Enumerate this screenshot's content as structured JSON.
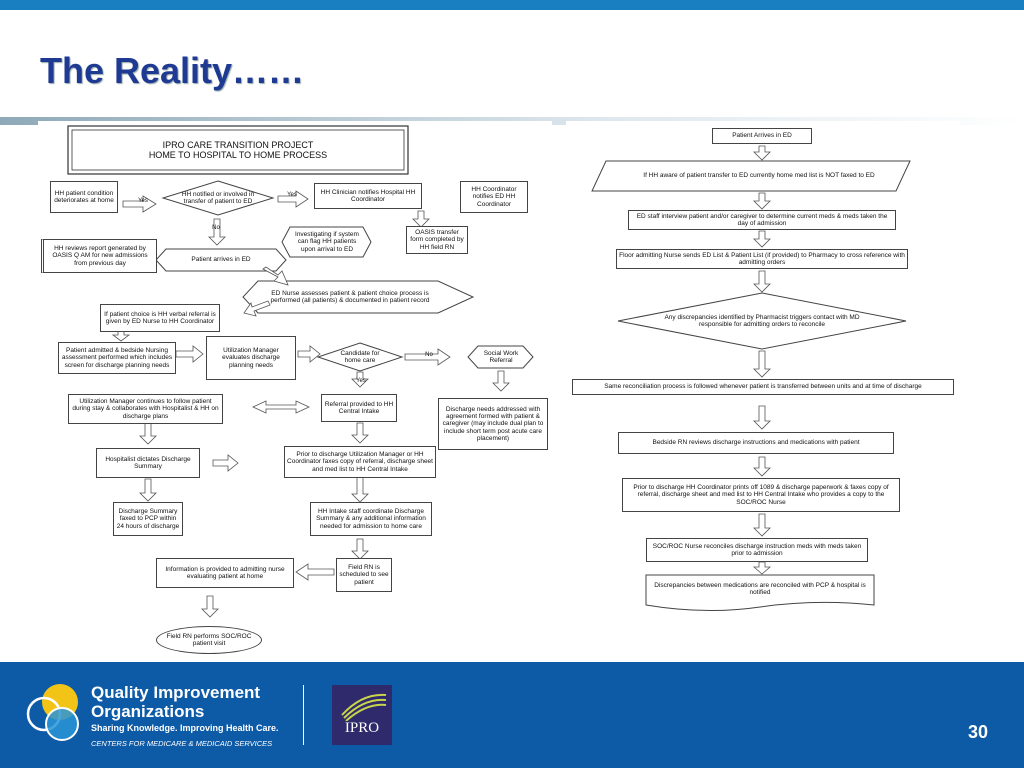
{
  "slide": {
    "title": "The Reality……",
    "page_number": "30"
  },
  "left_flow": {
    "header_line1": "IPRO CARE TRANSITION PROJECT",
    "header_line2": "HOME TO HOSPITAL TO HOME PROCESS",
    "n_deteriorates": "HH patient condition deteriorates at home",
    "yes1": "Yes",
    "n_notified": "HH notified or involved in transfer of patient to ED",
    "yes2": "Yes",
    "n_clinician": "HH Clinician notifies Hospital HH Coordinator",
    "n_coordinator": "HH Coordinator notifies ED HH Coordinator",
    "n_oasis": "OASIS transfer form completed by HH field RN",
    "n_investigating": "Investigating if system can flag HH patients upon arrival to ED",
    "n_reviews": "HH reviews report generated by OASIS Q AM for new admissions from previous day",
    "no1": "No",
    "n_arrives": "Patient arrives in ED",
    "n_ed_nurse": "ED Nurse assesses patient & patient choice process is performed (all patients) & documented in patient record",
    "n_verbal": "If patient choice is HH verbal referral is given by ED Nurse to HH Coordinator",
    "n_admitted": "Patient admitted & bedside Nursing assessment performed which includes screen for discharge planning needs",
    "n_um_eval": "Utilization Manager evaluates discharge planning needs",
    "n_candidate": "Candidate for home care",
    "no2": "No",
    "n_social": "Social Work Referral",
    "yes3": "Yes",
    "n_um_follow": "Utilization Manager continues to follow patient during stay & collaborates with Hospitalist & HH on discharge plans",
    "n_referral": "Referral provided to HH Central Intake",
    "n_discharge_needs": "Discharge needs addressed with agreement formed with patient & caregiver (may include dual plan to include short term post acute care placement)",
    "n_hospitalist": "Hospitalist dictates Discharge Summary",
    "n_prior": "Prior to discharge Utilization Manager or HH Coordinator faxes copy of referral, discharge sheet and med list to HH Central Intake",
    "n_summary": "Discharge Summary faxed to PCP within 24 hours of discharge",
    "n_intake": "HH Intake staff coordinate Discharge Summary & any additional information needed for admission to home care",
    "n_info": "Information is provided to admitting nurse evaluating patient at home",
    "n_field_sched": "Field RN is scheduled to see patient",
    "n_soc": "Field RN performs SOC/ROC patient visit"
  },
  "right_flow": {
    "r1": "Patient Arrives in ED",
    "r2": "If HH aware of patient transfer to ED currently home med list is NOT faxed to ED",
    "r3": "ED staff interview patient and/or caregiver to determine current meds & meds taken the day of admission",
    "r4": "Floor admitting Nurse sends ED List & Patient List (if provided) to Pharmacy to cross reference with admitting orders",
    "r5": "Any discrepancies identified by Pharmacist triggers contact with MD responsible for admitting orders to reconcile",
    "r6": "Same reconciliation process is followed whenever patient is transferred between units and at time of discharge",
    "r7": "Bedside RN reviews discharge instructions and medications with patient",
    "r8": "Prior to discharge HH Coordinator prints off 1089 & discharge paperwork & faxes copy of referral, discharge sheet and med list to HH Central Intake who provides a copy to the SOC/ROC Nurse",
    "r9": "SOC/ROC Nurse reconciles discharge instruction meds with meds taken prior to admission",
    "r10": "Discrepancies between medications are reconciled with PCP & hospital is notified"
  },
  "footer": {
    "org_line1": "Quality Improvement",
    "org_line2": "Organizations",
    "tagline": "Sharing Knowledge. Improving Health Care.",
    "cms": "CENTERS FOR MEDICARE & MEDICAID SERVICES",
    "ipro": "IPRO"
  },
  "colors": {
    "title": "#1f3a93",
    "topbar": "#1a7fc1",
    "footer": "#0d5aa7",
    "ipro_bg": "#2e2a6b"
  }
}
